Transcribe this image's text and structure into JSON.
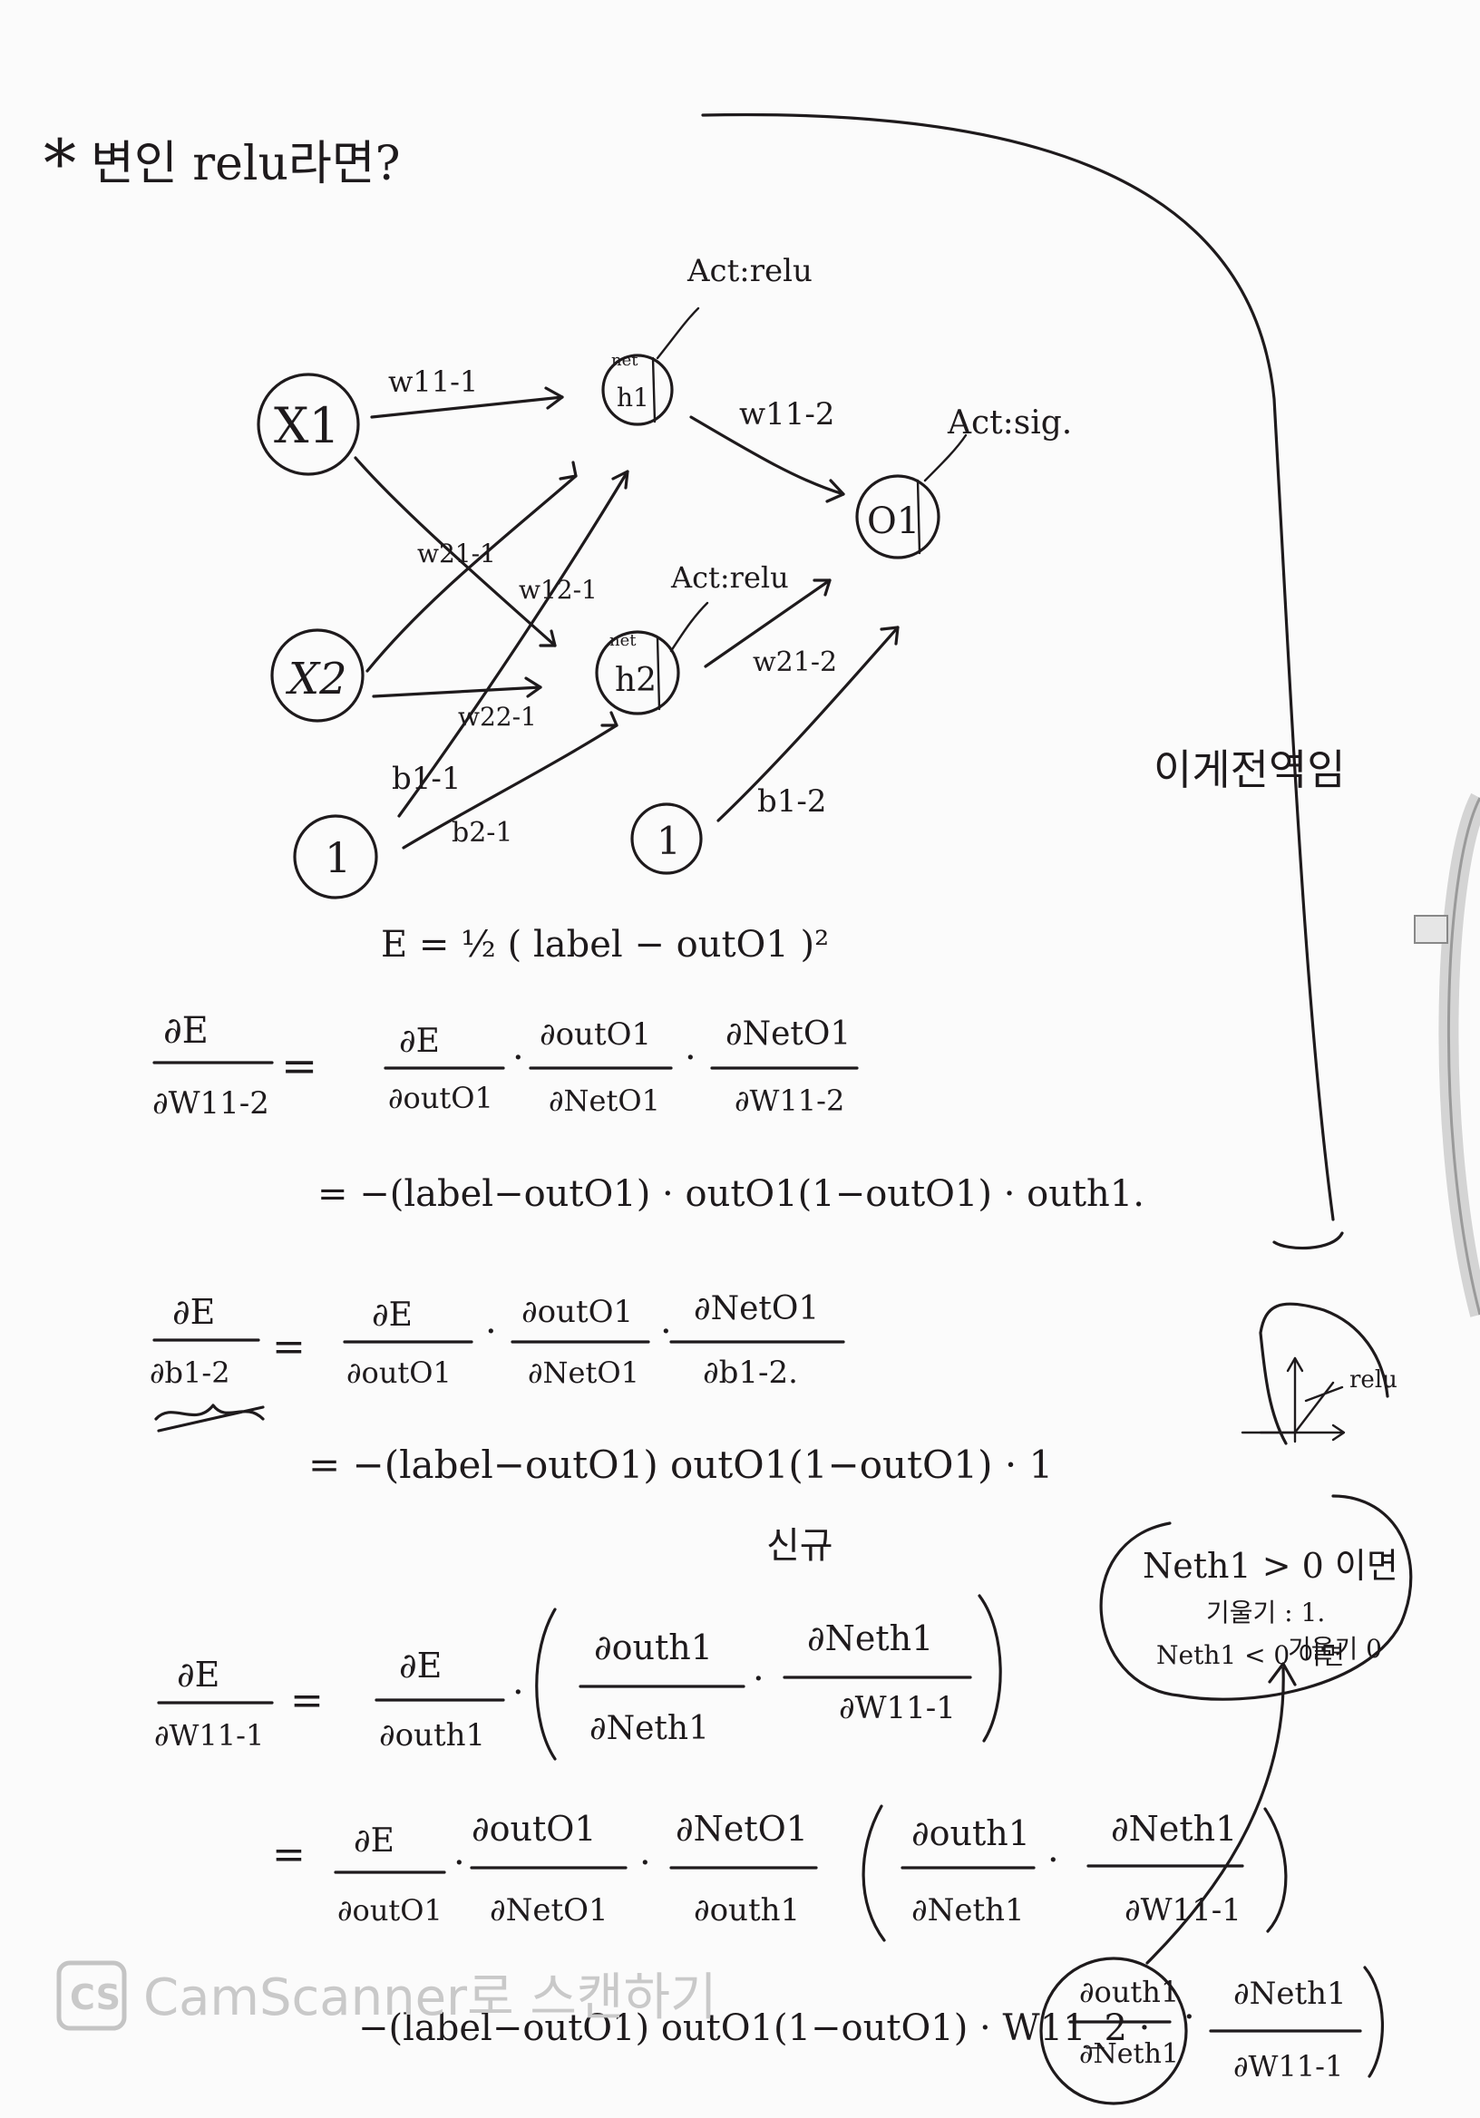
{
  "title": {
    "star": "*",
    "text": "변인 relu라면?"
  },
  "network": {
    "inputs": [
      "X1",
      "X2",
      "1"
    ],
    "hidden": [
      {
        "label": "h1",
        "act": "Act:relu",
        "net": "net"
      },
      {
        "label": "h2",
        "act": "Act:relu",
        "net": "net"
      }
    ],
    "output": {
      "label": "O1",
      "act": "Act:sig."
    },
    "output_bias": "1",
    "weights": {
      "w11_1": "w11-1",
      "w21_1": "w21-1",
      "w12_1": "w12-1",
      "w22_1": "w22-1",
      "b1_1": "b1-1",
      "b2_1": "b2-1",
      "w11_2": "w11-2",
      "w21_2": "w21-2",
      "b1_2": "b1-2"
    }
  },
  "side_note": "이게전역임",
  "error_eq": "E = ½ ( label − outO1 )²",
  "derivations": {
    "d1_lhs_num": "∂E",
    "d1_lhs_den": "∂W11-2",
    "d1_t1_num": "∂E",
    "d1_t1_den": "∂outO1",
    "d1_t2_num": "∂outO1",
    "d1_t2_den": "∂NetO1",
    "d1_t3_num": "∂NetO1",
    "d1_t3_den": "∂W11-2",
    "d1_result": "= −(label−outO1) · outO1(1−outO1) · outh1.",
    "d2_lhs_num": "∂E",
    "d2_lhs_den": "∂b1-2",
    "d2_t1_num": "∂E",
    "d2_t1_den": "∂outO1",
    "d2_t2_num": "∂outO1",
    "d2_t2_den": "∂NetO1",
    "d2_t3_num": "∂NetO1",
    "d2_t3_den": "∂b1-2.",
    "d2_result": "= −(label−outO1) outO1(1−outO1) · 1",
    "new_label": "신규",
    "d3_lhs_num": "∂E",
    "d3_lhs_den": "∂W11-1",
    "d3_t1_num": "∂E",
    "d3_t1_den": "∂outh1",
    "d3_t2_num": "∂outh1",
    "d3_t2_den": "∂Neth1",
    "d3_t3_num": "∂Neth1",
    "d3_t3_den": "∂W11-1",
    "d4_t1_num": "∂E",
    "d4_t1_den": "∂outO1",
    "d4_t2_num": "∂outO1",
    "d4_t2_den": "∂NetO1",
    "d4_t3_num": "∂NetO1",
    "d4_t3_den": "∂outh1",
    "d4_t4_num": "∂outh1",
    "d4_t4_den": "∂Neth1",
    "d4_t5_num": "∂Neth1",
    "d4_t5_den": "∂W11-1",
    "d5_result": "−(label−outO1) outO1(1−outO1) · W11_2 ·",
    "d5_t1_num": "∂outh1",
    "d5_t1_den": "∂Neth1",
    "d5_t2_num": "∂Neth1",
    "d5_t2_den": "∂W11-1"
  },
  "relu_note": {
    "graph_label": "relu",
    "line1": "Neth1 > 0 이면",
    "line2": "기울기 : 1.",
    "line3": "Neth1 < 0 이면",
    "line4": "기울기 0"
  },
  "watermark": {
    "badge": "CS",
    "text": "CamScanner로 스캔하기"
  }
}
